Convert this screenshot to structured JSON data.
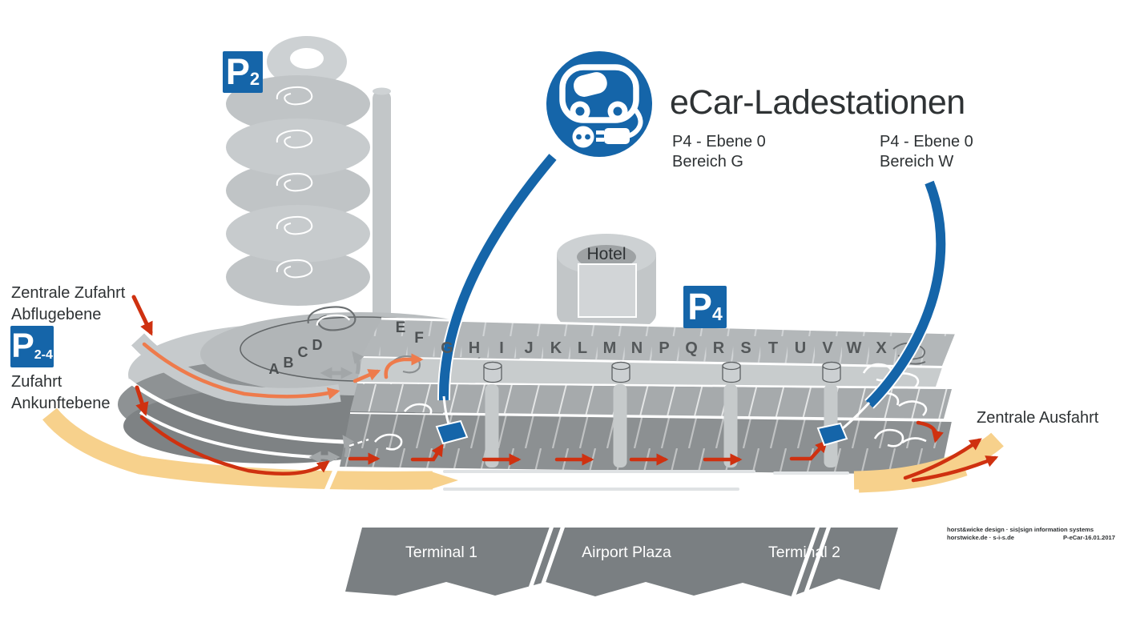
{
  "header": {
    "title": "eCar-Ladestationen"
  },
  "stations": {
    "g": {
      "level": "P4 - Ebene 0",
      "area": "Bereich G"
    },
    "w": {
      "level": "P4 - Ebene 0",
      "area": "Bereich W"
    }
  },
  "badges": {
    "p2": {
      "p": "P",
      "sub": "2"
    },
    "p24": {
      "p": "P",
      "sub": "2-4"
    },
    "p4": {
      "p": "P",
      "sub": "4"
    }
  },
  "labels": {
    "central_entry_line1": "Zentrale Zufahrt",
    "central_entry_line2": "Abflugebene",
    "entry_line1": "Zufahrt",
    "entry_line2": "Ankunftebene",
    "central_exit": "Zentrale Ausfahrt",
    "hotel": "Hotel"
  },
  "deck": {
    "ramp_letters": [
      "A",
      "B",
      "C",
      "D"
    ],
    "edge_letters": [
      "E",
      "F"
    ],
    "row_letters": [
      "G",
      "H",
      "I",
      "J",
      "K",
      "L",
      "M",
      "N",
      "P",
      "Q",
      "R",
      "S",
      "T",
      "U",
      "V",
      "W",
      "X"
    ]
  },
  "terminals": [
    "Terminal 1",
    "Airport Plaza",
    "Terminal 2"
  ],
  "credits": {
    "line1": "horst&wicke design · sis|sign information systems",
    "line2a": "horstwicke.de · s-i-s.de",
    "line2b": "P-eCar-16.01.2017"
  },
  "colors": {
    "blue": "#1565a9",
    "red": "#cf3110",
    "orange": "#ee7b4c",
    "yellow": "#f7d18c",
    "terminal_gray": "#7a7f82",
    "deck_light": "#b3b7b9",
    "deck_mid": "#a6aaac",
    "deck_dark": "#8c9092",
    "text_dark": "#2e3234"
  }
}
